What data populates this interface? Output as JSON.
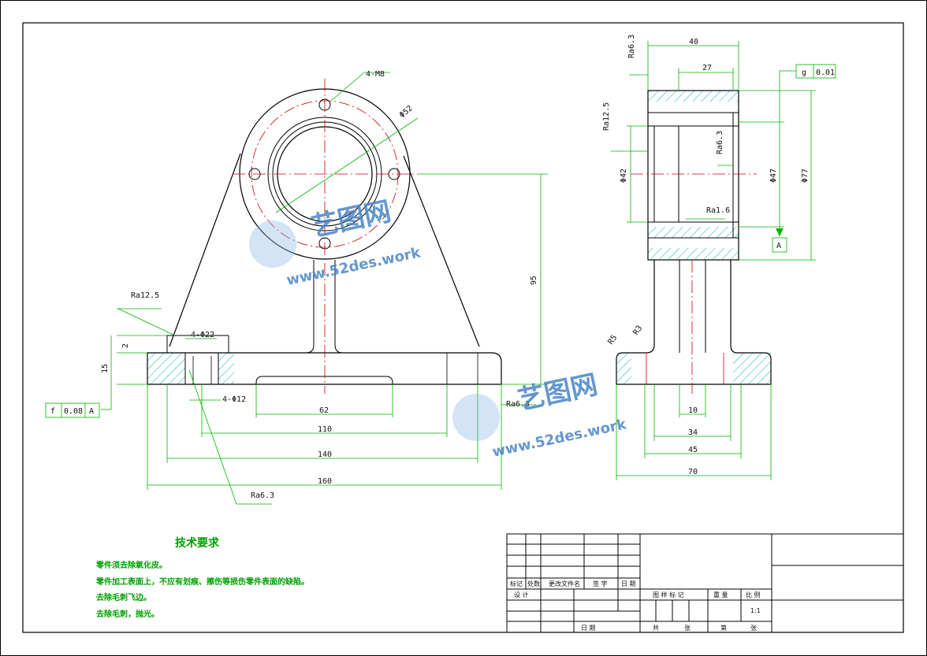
{
  "drawing": {
    "front_view": {
      "dims": {
        "bolt_holes": "4-M8",
        "bolt_circle": "Φ52",
        "height": "95",
        "base_thickness": "15",
        "small_step": "2",
        "counterbore": "4-Φ22",
        "through_hole": "4-Φ12",
        "slot_width": "62",
        "hole_spacing": "110",
        "pad_spacing": "140",
        "overall_length": "160"
      },
      "roughness": {
        "top_face": "Ra12.5",
        "bottom": "Ra6.3",
        "right": "Ra6.3"
      },
      "tolerance_frame": {
        "symbol": "f",
        "value": "0.08",
        "datum": "A"
      }
    },
    "side_view": {
      "dims": {
        "top_width": "40",
        "inner_width": "27",
        "bore_small": "Φ42",
        "bore": "Φ47",
        "outer_diameter": "Φ77",
        "rib": "10",
        "web": "34",
        "base_inner": "45",
        "base_width": "70",
        "fillet_a": "R5",
        "fillet_b": "R3"
      },
      "roughness": {
        "top": "Ra6.3",
        "left": "Ra12.5",
        "bore": "Ra6.3",
        "bore_lower": "Ra1.6"
      },
      "tolerance_frame": {
        "symbol": "g",
        "value": "0.01"
      },
      "datum_label": "A"
    },
    "technical_requirements": {
      "title": "技术要求",
      "items": [
        "零件须去除氧化皮。",
        "零件加工表面上，不应有划痕、擦伤等损伤零件表面的缺陷。",
        "去除毛刺飞边。",
        "去除毛刺，抛光。"
      ]
    },
    "title_block": {
      "rev_headers": [
        "标记",
        "处数",
        "更改文件名",
        "签 字",
        "日 期"
      ],
      "design_label": "设 计",
      "date_label": "日 期",
      "stage_labels": [
        "图 样 标 记",
        "重 量",
        "比 例"
      ],
      "scale": "1:1",
      "sheet_total": "共",
      "sheet_unit": "张",
      "sheet_no": "第",
      "sheet_unit2": "张"
    },
    "watermark": {
      "brand": "艺图网",
      "url": "www.52des.work"
    }
  }
}
